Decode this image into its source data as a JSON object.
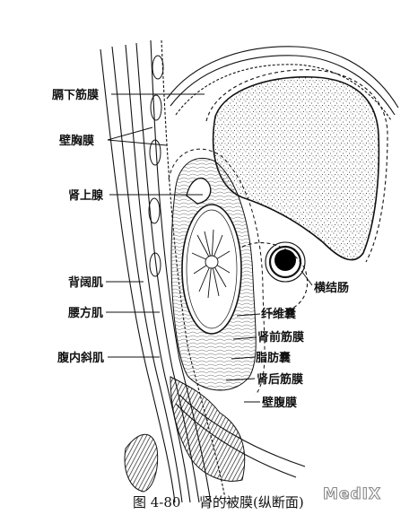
{
  "labels": {
    "subphrenic_fascia": "膈下筋膜",
    "parietal_pleura": "壁胸膜",
    "adrenal_gland": "肾上腺",
    "latissimus_dorsi": "背阔肌",
    "quadratus_lumborum": "腰方肌",
    "internal_oblique": "腹内斜肌",
    "transverse_colon": "横结肠",
    "fibrous_capsule": "纤维囊",
    "anterior_renal_fascia": "肾前筋膜",
    "fat_capsule": "脂肪囊",
    "posterior_renal_fascia": "肾后筋膜",
    "parietal_peritoneum": "壁腹膜"
  },
  "caption": {
    "number": "图 4-80",
    "title": "肾的被膜(纵断面)"
  },
  "watermark": "MedIX"
}
